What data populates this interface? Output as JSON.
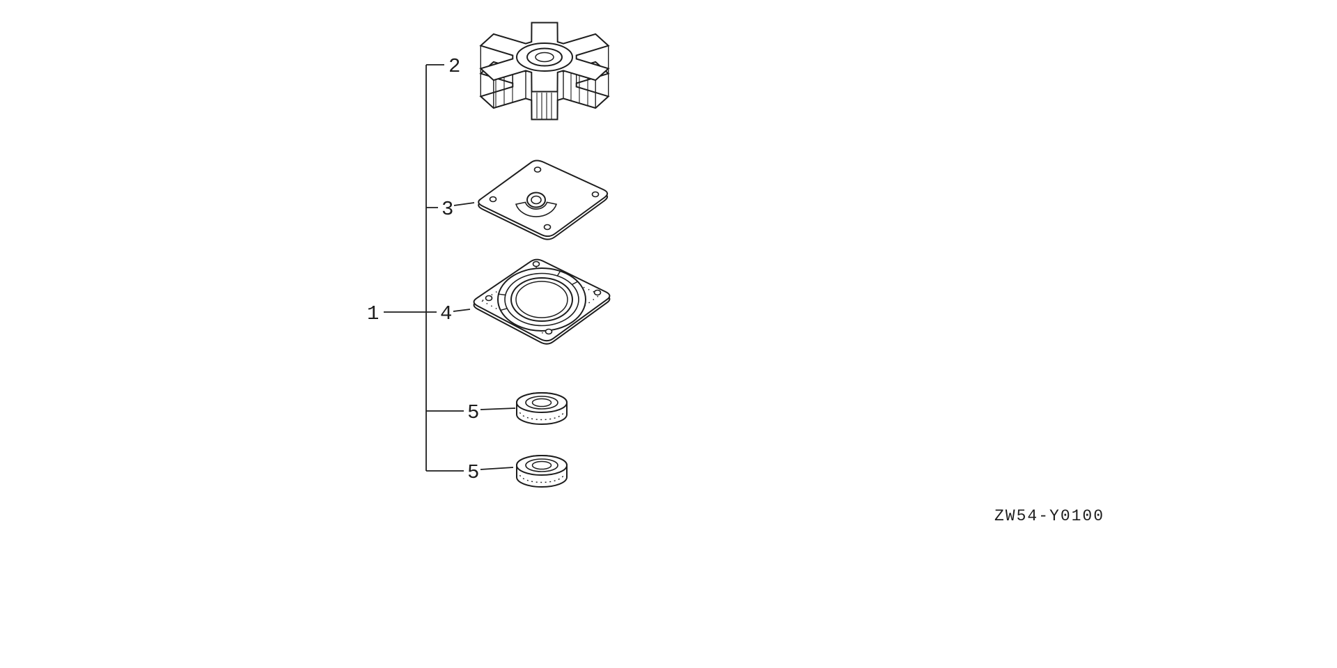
{
  "page": {
    "background_color": "#ffffff",
    "ink_color": "#1d1d1d"
  },
  "diagram": {
    "drawing_code": "ZW54-Y0100",
    "callouts": {
      "assembly": "1",
      "impeller": "2",
      "plate": "3",
      "gasket": "4",
      "seal_upper": "5",
      "seal_lower": "5"
    }
  }
}
